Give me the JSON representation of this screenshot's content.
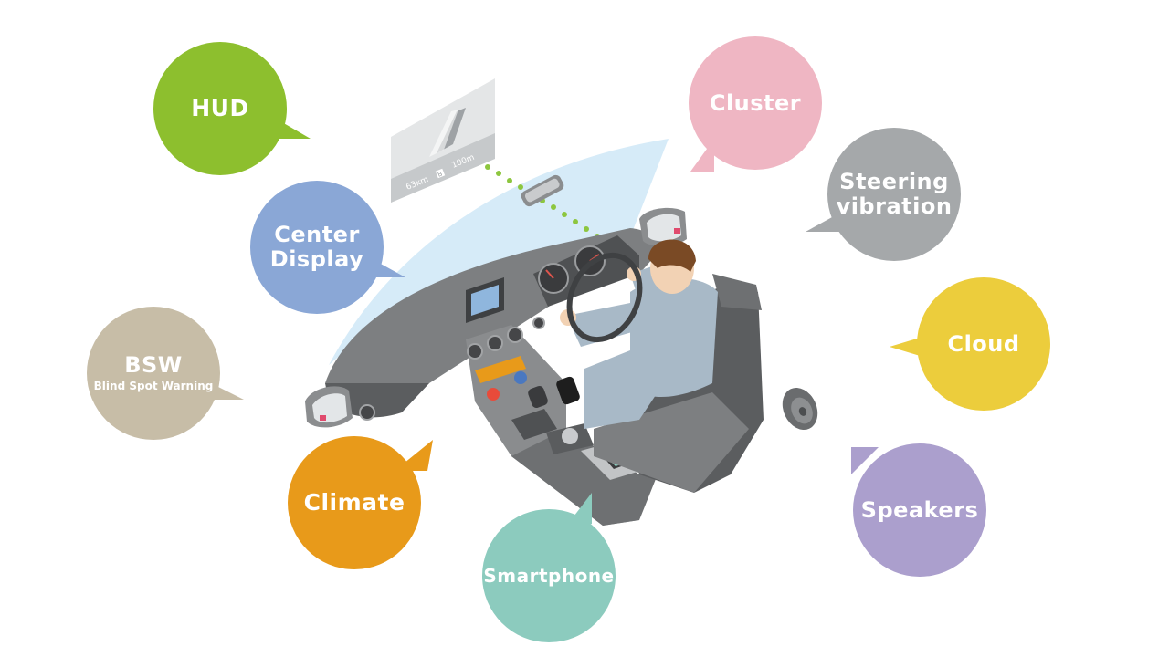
{
  "colors": {
    "hud": "#8dbf2e",
    "center_display": "#8aa7d6",
    "bsw": "#c7bda7",
    "climate": "#e89a1a",
    "smartphone": "#8ccbbe",
    "cluster": "#efb6c3",
    "steering": "#a5a8aa",
    "cloud": "#eccd3c",
    "speakers": "#ab9fcd",
    "car_body": "#7d7f81",
    "car_dark": "#5b5d5f",
    "windshield": "#d6ebf8",
    "shirt": "#a8b9c7",
    "hair": "#7a4a25",
    "accent_dots": "#8dc63f"
  },
  "bubbles": {
    "hud": {
      "label": "HUD"
    },
    "center_display": {
      "line1": "Center",
      "line2": "Display"
    },
    "bsw": {
      "label": "BSW",
      "sublabel": "Blind Spot Warning"
    },
    "climate": {
      "label": "Climate"
    },
    "smartphone": {
      "label": "Smartphone"
    },
    "cluster": {
      "label": "Cluster"
    },
    "steering": {
      "line1": "Steering",
      "line2": "vibration"
    },
    "cloud": {
      "label": "Cloud"
    },
    "speakers": {
      "label": "Speakers"
    }
  },
  "hud_panel": {
    "distance": "63km",
    "marker": "B",
    "next_turn": "100m"
  }
}
